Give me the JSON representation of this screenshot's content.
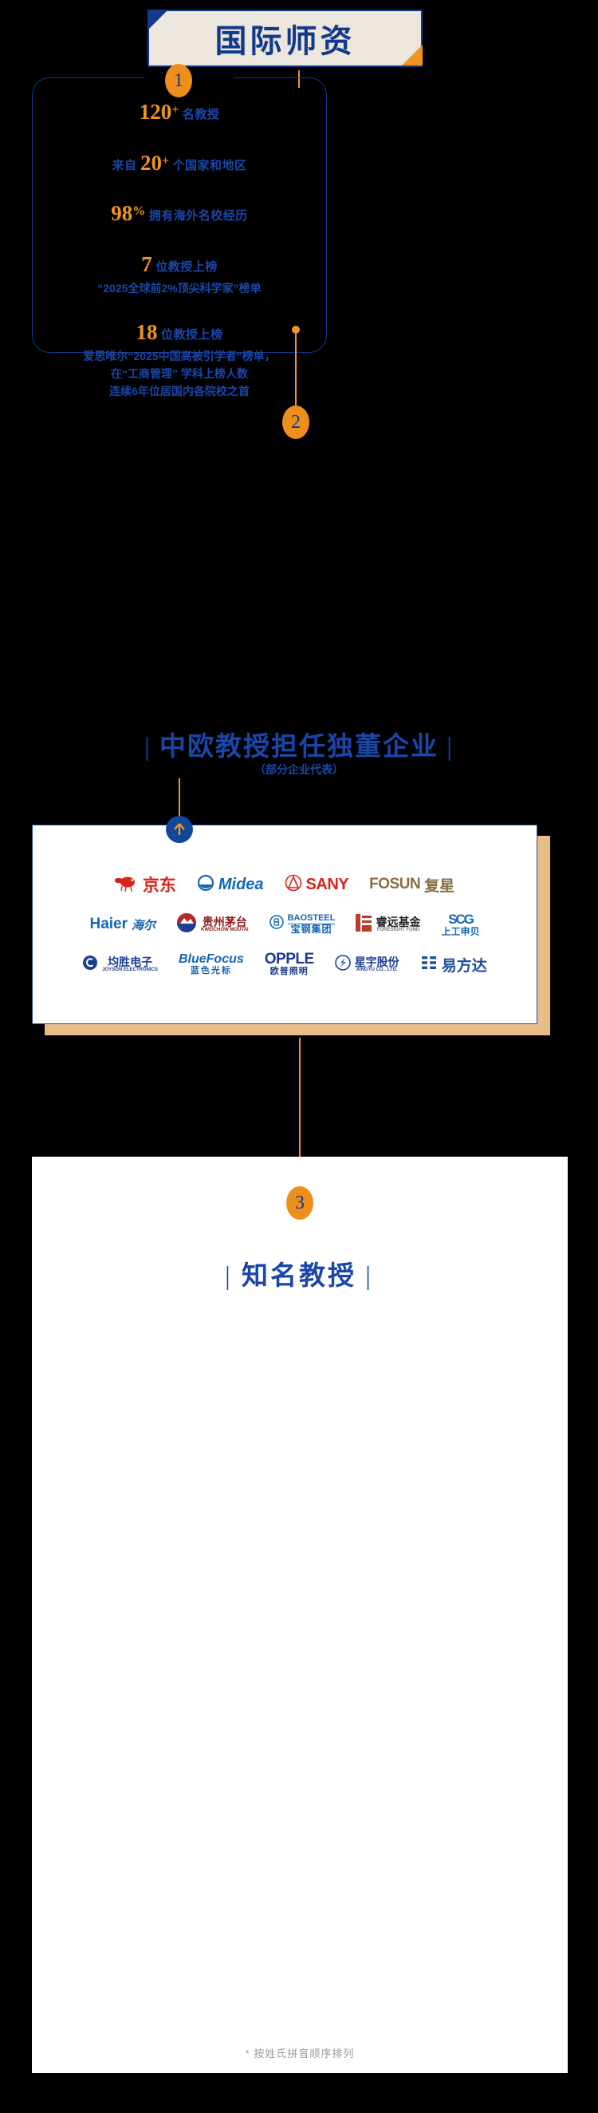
{
  "header": {
    "title": "国际师资"
  },
  "colors": {
    "brand_blue": "#123a8c",
    "text_blue": "#1b46a8",
    "accent_orange": "#f0941f",
    "banner_bg": "#ece6dd",
    "card_shadow": "#e8bd87"
  },
  "section1": {
    "badge": "1",
    "stats": [
      {
        "num": "120",
        "sup": "+",
        "label": "名教授",
        "num_first": true
      },
      {
        "prefix": "来自",
        "num": "20",
        "sup": "+",
        "label": "个国家和地区",
        "num_first": false
      },
      {
        "num": "98",
        "sup": "%",
        "label": "拥有海外名校经历",
        "num_first": true
      },
      {
        "num": "7",
        "sup": "",
        "label": "位教授上榜",
        "num_first": true,
        "detail": [
          "“2025全球前2%顶尖科学家”榜单"
        ]
      },
      {
        "num": "18",
        "sup": "",
        "label": "位教授上榜",
        "num_first": true,
        "detail": [
          "爱思唯尔“2025中国高被引学者”榜单，",
          "在“工商管理” 学科上榜人数",
          "连续6年位居国内各院校之首"
        ]
      }
    ]
  },
  "section2": {
    "badge": "2",
    "title": "中欧教授担任独董企业",
    "subtitle": "（部分企业代表）",
    "arrow_icon": "arrow-up-icon",
    "logos": [
      [
        {
          "name": "jd",
          "cn": "京东",
          "en": "",
          "color": "#d7241c",
          "mark": "dog"
        },
        {
          "name": "midea",
          "cn": "",
          "en": "Midea",
          "color": "#1466b5",
          "mark": "ring"
        },
        {
          "name": "sany",
          "cn": "",
          "en": "SANY",
          "color": "#d7241c",
          "mark": "triangle"
        },
        {
          "name": "fosun",
          "cn": "复星",
          "en": "FOSUN",
          "color": "#8a6d42",
          "mark": ""
        }
      ],
      [
        {
          "name": "haier",
          "cn": "海尔",
          "en": "Haier",
          "color": "#1466b5",
          "mark": ""
        },
        {
          "name": "kweichow-moutai",
          "cn": "贵州茅台",
          "en": "KWEICHOW MOUTAI",
          "color": "#8b1a1a",
          "mark": "moutai"
        },
        {
          "name": "baosteel",
          "cn": "宝钢集团",
          "en": "BAOSTEEL",
          "color": "#1466b5",
          "mark": "circleB"
        },
        {
          "name": "foresight-fund",
          "cn": "睿远基金",
          "en": "FORESIGHT FUND",
          "color": "#c0392b",
          "mark": "redbars"
        },
        {
          "name": "scg-shanggong",
          "cn": "上工申贝",
          "en": "SCG",
          "color": "#1466b5",
          "mark": ""
        }
      ],
      [
        {
          "name": "joyson",
          "cn": "均胜电子",
          "en": "JOYSON ELECTRONICS",
          "color": "#1c3f94",
          "mark": "swirl"
        },
        {
          "name": "bluefocus",
          "cn": "蓝色光标",
          "en": "BlueFocus",
          "color": "#1466b5",
          "mark": ""
        },
        {
          "name": "opple",
          "cn": "欧普照明",
          "en": "OPPLE",
          "color": "#1a3a8f",
          "mark": ""
        },
        {
          "name": "xingyu",
          "cn": "星宇股份",
          "en": "XINGYU CO., LTD.",
          "color": "#1c3f94",
          "mark": "star"
        },
        {
          "name": "efunds",
          "cn": "易方达",
          "en": "",
          "color": "#1c4f9c",
          "mark": "ebars"
        }
      ]
    ]
  },
  "section3": {
    "badge": "3",
    "title": "知名教授",
    "note": "* 按姓氏拼音顺序排列"
  }
}
